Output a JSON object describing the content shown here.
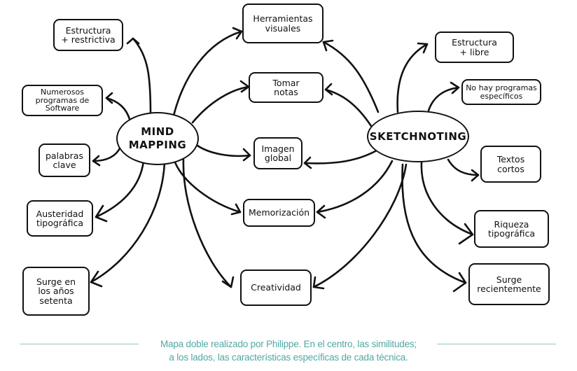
{
  "colors": {
    "ink": "#111111",
    "caption": "#4fa8a3",
    "rule": "#8cc8c4"
  },
  "hubs": {
    "left": "MIND\nMAPPING",
    "right": "SKETCHNOTING"
  },
  "left_nodes": [
    "Estructura\n+ restrictiva",
    "Numerosos\nprogramas de\nSoftware",
    "palabras\nclave",
    "Austeridad\ntipográfica",
    "Surge en\nlos años\nsetenta"
  ],
  "shared_nodes": [
    "Herramientas\nvisuales",
    "Tomar\nnotas",
    "Imagen\nglobal",
    "Memorización",
    "Creatividad"
  ],
  "right_nodes": [
    "Estructura\n+ libre",
    "No hay programas\nespecíficos",
    "Textos\ncortos",
    "Riqueza\ntipográfica",
    "Surge\nrecientemente"
  ],
  "caption": {
    "line1": "Mapa doble realizado por Philippe. En el centro, las similitudes;",
    "line2": "a los lados, las características específicas de cada técnica."
  }
}
